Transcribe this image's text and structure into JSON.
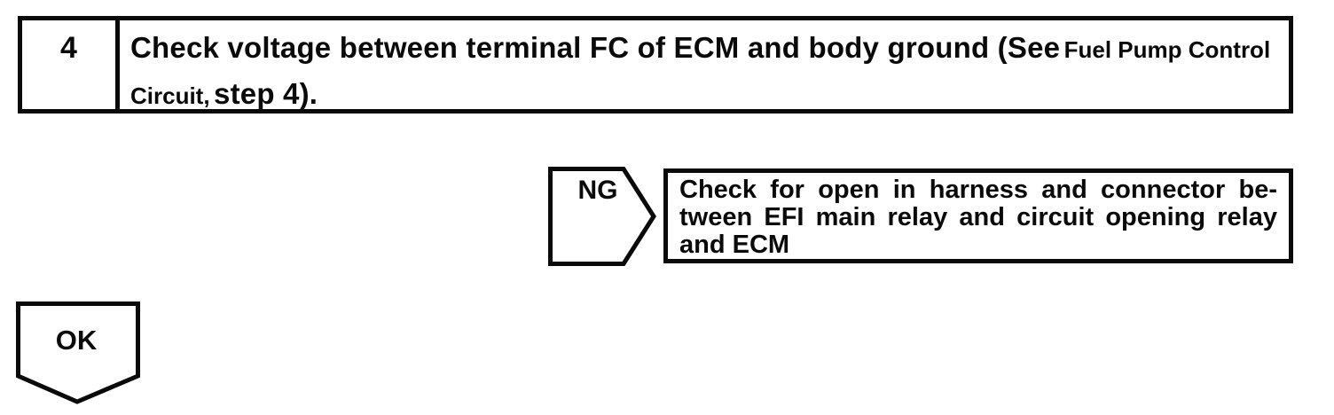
{
  "colors": {
    "ink": "#0a0a0a",
    "paper": "#ffffff"
  },
  "step_box": {
    "number": "4",
    "line1_main": "Check voltage between terminal FC of ECM and body ground (See",
    "line1_ref": "Fuel Pump Control",
    "line2_ref": "Circuit,",
    "line2_main": "step 4)."
  },
  "ng_branch": {
    "label": "NG",
    "result_lines": [
      "Check for open in harness and connector be-",
      "tween EFI main relay and circuit opening relay",
      "and ECM"
    ]
  },
  "ok_branch": {
    "label": "OK"
  }
}
